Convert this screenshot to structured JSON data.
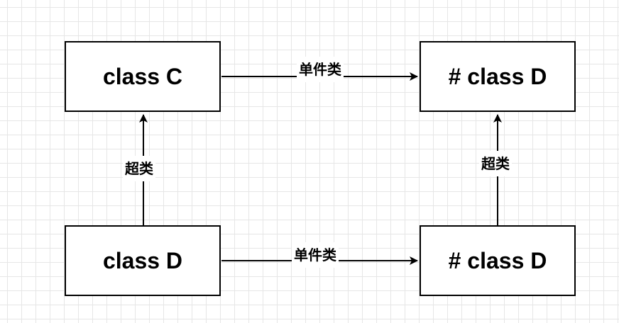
{
  "nodes": {
    "top_left": "class C",
    "top_right": "# class D",
    "bottom_left": "class D",
    "bottom_right": "# class D"
  },
  "edges": {
    "top_singleton": "单件类",
    "bottom_singleton": "单件类",
    "left_superclass": "超类",
    "right_superclass": "超类"
  },
  "colors": {
    "stroke": "#000000",
    "grid": "#e6e6e6",
    "background": "#ffffff"
  }
}
